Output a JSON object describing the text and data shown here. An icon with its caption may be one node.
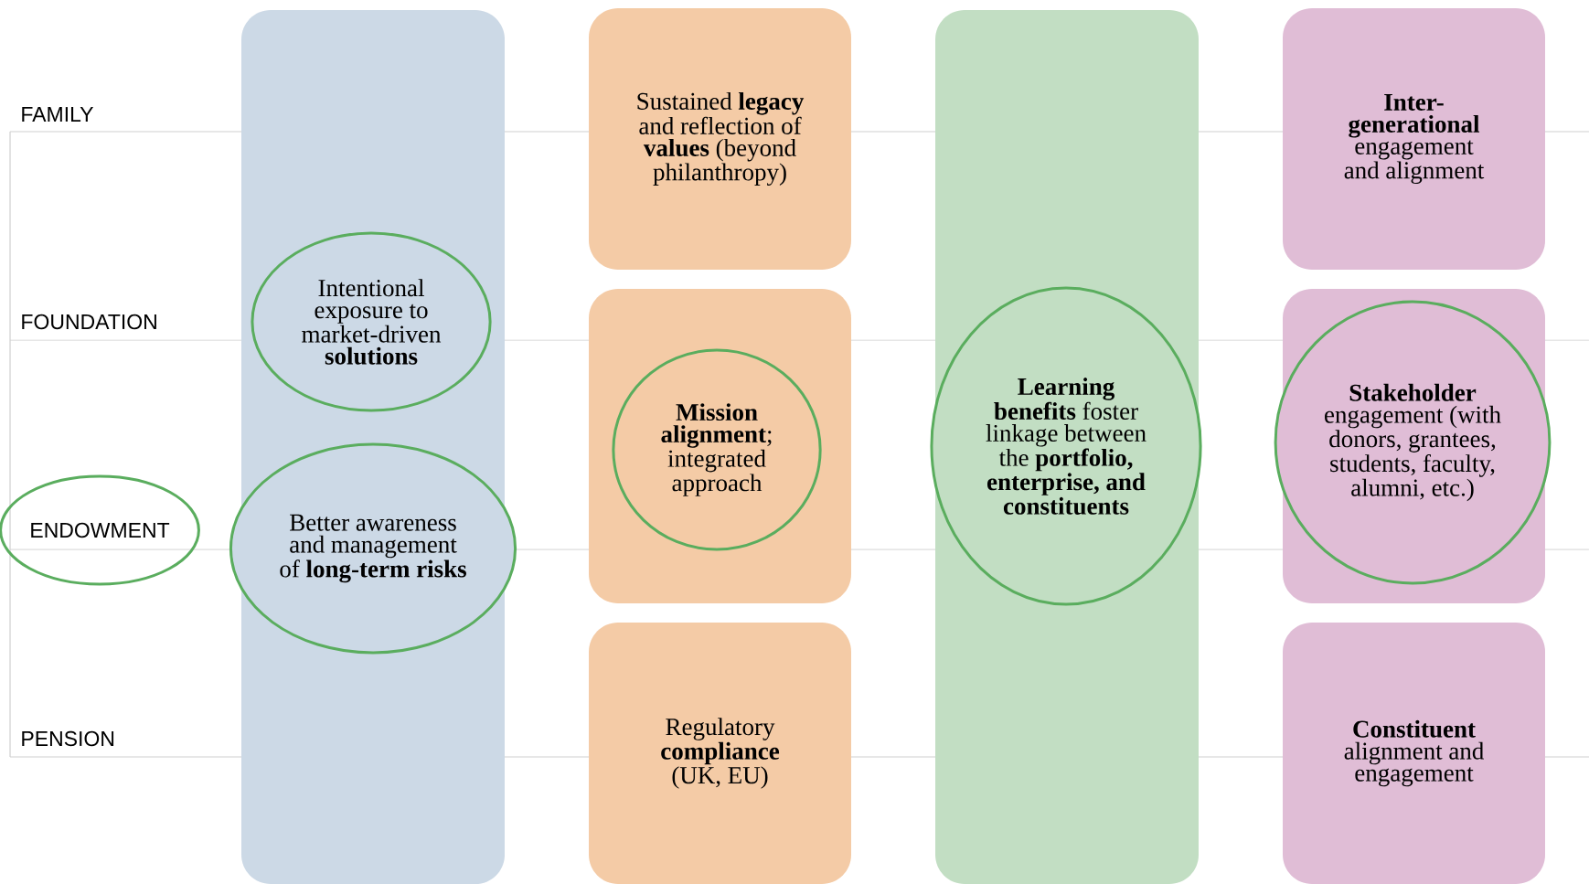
{
  "diagram": {
    "nodes": [
      {
        "text": [
          "ENDOWMENT"
        ]
      },
      {
        "text": [],
        "shape": "box"
      },
      {
        "text": [
          "Intentional exposure to market-driven **solutions**"
        ],
        "in": 1
      },
      {
        "text": [
          "Better awareness and management of **long-term risks**"
        ],
        "in": 1
      },
      {
        "text": [
          "Sustained **legacy** and reflection of **values** (beyond philanthropy)"
        ]
      },
      {
        "text": [],
        "shape": "box"
      },
      {
        "text": [
          "**Mission alignment**; integrated approach"
        ],
        "in": 5
      },
      {
        "text": [
          "Regulatory **compliance** (UK, EU)"
        ]
      },
      {
        "text": [],
        "shape": "box"
      },
      {
        "text": [
          "**Learning benefits** foster linkage between the **portfolio, enterprise, and constituents**"
        ],
        "in": 8
      },
      {
        "text": [
          "**Inter-generational** engagement and alignment"
        ]
      },
      {
        "text": [],
        "shape": "box"
      },
      {
        "text": [
          "**Stakeholder** engagement (with donors, grantees, students, faculty, alumni, etc.)"
        ],
        "in": 11
      },
      {
        "text": [
          "**Constituent** alignment and engagement"
        ]
      }
    ],
    "labels": [
      "FAMILY",
      "FOUNDATION",
      "PENSION"
    ]
  }
}
